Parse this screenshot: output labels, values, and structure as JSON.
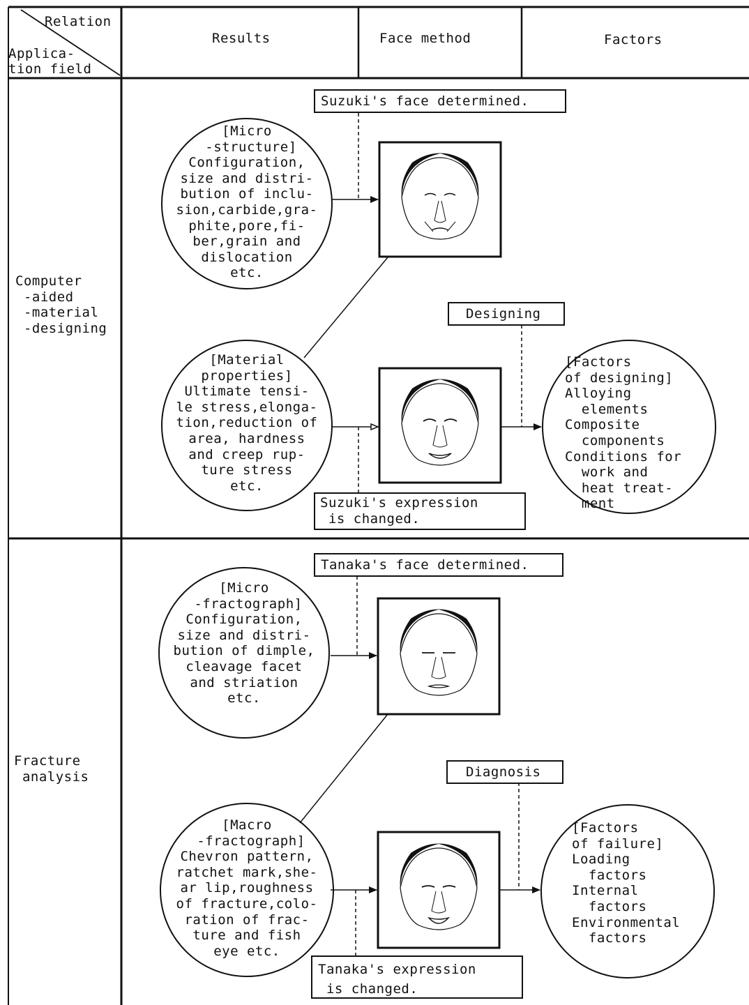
{
  "header": {
    "relation": "Relation",
    "application_field": "Applica-\ntion field",
    "results": "Results",
    "face_method": "Face method",
    "factors": "Factors"
  },
  "section1": {
    "field": "Computer\n -aided\n -material\n -designing",
    "face_label_1": "Suzuki's face determined.",
    "circle_1": "[Micro\n -structure]\nConfiguration,\nsize and distri-\nbution of inclu-\nsion,carbide,gra-\nphite,pore,fi-\nber,grain and\ndislocation\netc.",
    "process_label": "Designing",
    "circle_2": "[Material\nproperties]\nUltimate tensi-\nle stress,elonga-\ntion,reduction of\narea, hardness\nand creep rup-\nture stress\netc.",
    "face_label_2": "Suzuki's expression\n is changed.",
    "factors_circle": "[Factors\nof designing]\nAlloying\n  elements\nComposite\n  components\nConditions for\n  work and\n  heat treat-\n  ment"
  },
  "section2": {
    "field": "Fracture\n analysis",
    "face_label_1": "Tanaka's face determined.",
    "circle_1": "[Micro\n -fractograph]\nConfiguration,\nsize and distri-\nbution of dimple,\ncleavage facet\nand striation\netc.",
    "process_label": "Diagnosis",
    "circle_2": "[Macro\n -fractograph]\nChevron pattern,\nratchet mark,she-\nar lip,roughness\nof fracture,colo-\nration of frac-\nture and fish\neye etc.",
    "face_label_2": "Tanaka's expression\n is changed.",
    "factors_circle": "[Factors\nof failure]\nLoading\n  factors\nInternal\n  factors\nEnvironmental\n  factors"
  }
}
